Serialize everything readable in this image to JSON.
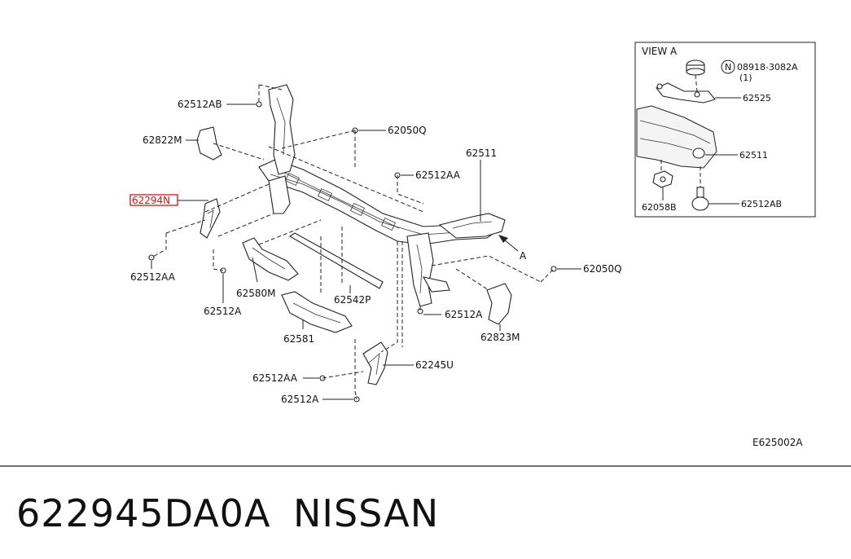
{
  "diagram": {
    "view_title": "VIEW A",
    "view_arrow_label": "A",
    "drawing_code": "E625002A",
    "labels": {
      "l_62512AB_top": "62512AB",
      "l_62822M": "62822M",
      "l_62294N": "62294N",
      "l_62512AA_left": "62512AA",
      "l_62512A_left": "62512A",
      "l_62580M": "62580M",
      "l_62542P": "62542P",
      "l_62581": "62581",
      "l_62512AA_low": "62512AA",
      "l_62512A_low": "62512A",
      "l_62245U": "62245U",
      "l_62512A_mid": "62512A",
      "l_62823M": "62823M",
      "l_62050Q_right": "62050Q",
      "l_62511": "62511",
      "l_62512AA_mid": "62512AA",
      "l_62050Q_top": "62050Q"
    },
    "view_labels": {
      "v_nut_code": "08918-3082A",
      "v_nut_qty": "(1)",
      "v_n": "N",
      "v_62525": "62525",
      "v_62511": "62511",
      "v_62058B": "62058B",
      "v_62512AB": "62512AB"
    }
  },
  "footer": {
    "part_number": "622945DA0A",
    "brand": "NISSAN"
  },
  "colors": {
    "highlight": "#e01010",
    "line": "#222222"
  }
}
